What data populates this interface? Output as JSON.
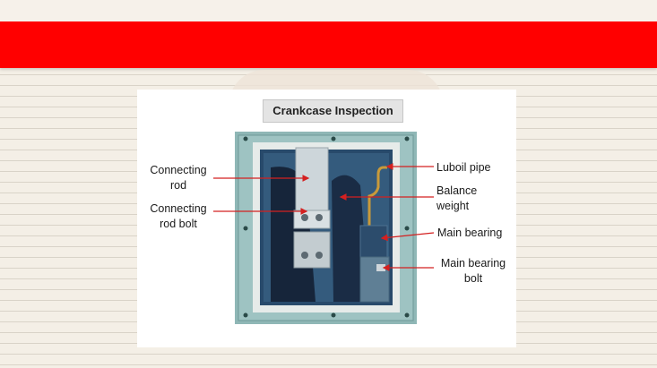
{
  "title": "Crankcase Inspection",
  "labels": {
    "connecting_rod": [
      "Connecting",
      "rod"
    ],
    "connecting_rod_bolt": [
      "Connecting",
      "rod bolt"
    ],
    "luboil_pipe": [
      "Luboil pipe"
    ],
    "balance_weight": [
      "Balance",
      "weight"
    ],
    "main_bearing": [
      "Main bearing"
    ],
    "main_bearing_bolt": [
      "Main bearing",
      "bolt"
    ]
  },
  "colors": {
    "banner": "#ff0000",
    "arrow": "#d42020",
    "frame": "#7aa8a8",
    "interior": "#2b4a66"
  }
}
